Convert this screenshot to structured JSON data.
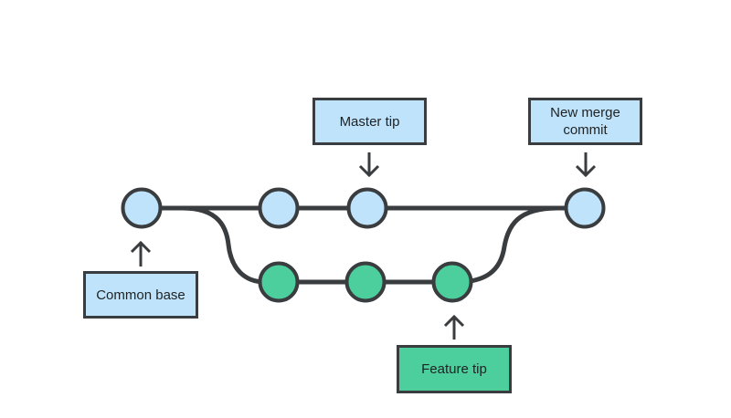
{
  "labels": {
    "common_base": "Common base",
    "master_tip": "Master tip",
    "new_merge_commit_line1": "New merge",
    "new_merge_commit_line2": "commit",
    "feature_tip": "Feature tip"
  },
  "colors": {
    "line": "#3a3d3f",
    "master_commit_fill": "#bfe3fb",
    "feature_commit_fill": "#4ccf9d",
    "background": "#ffffff"
  },
  "branches": {
    "master": {
      "commits": [
        "common-base",
        "master-commit-1",
        "master-tip",
        "merge-commit"
      ]
    },
    "feature": {
      "commits": [
        "feature-commit-1",
        "feature-commit-2",
        "feature-tip"
      ]
    }
  }
}
